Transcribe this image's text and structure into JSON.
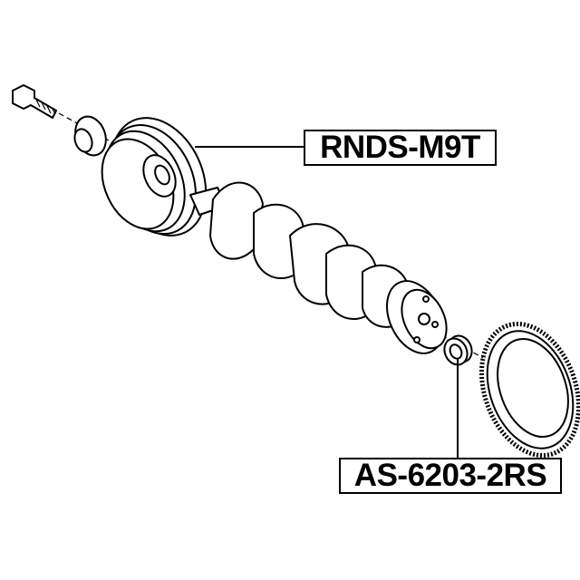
{
  "parts": [
    {
      "part_number": "RNDS-M9T",
      "component": "crankshaft-pulley"
    },
    {
      "part_number": "AS-6203-2RS",
      "component": "pilot-bearing"
    }
  ]
}
